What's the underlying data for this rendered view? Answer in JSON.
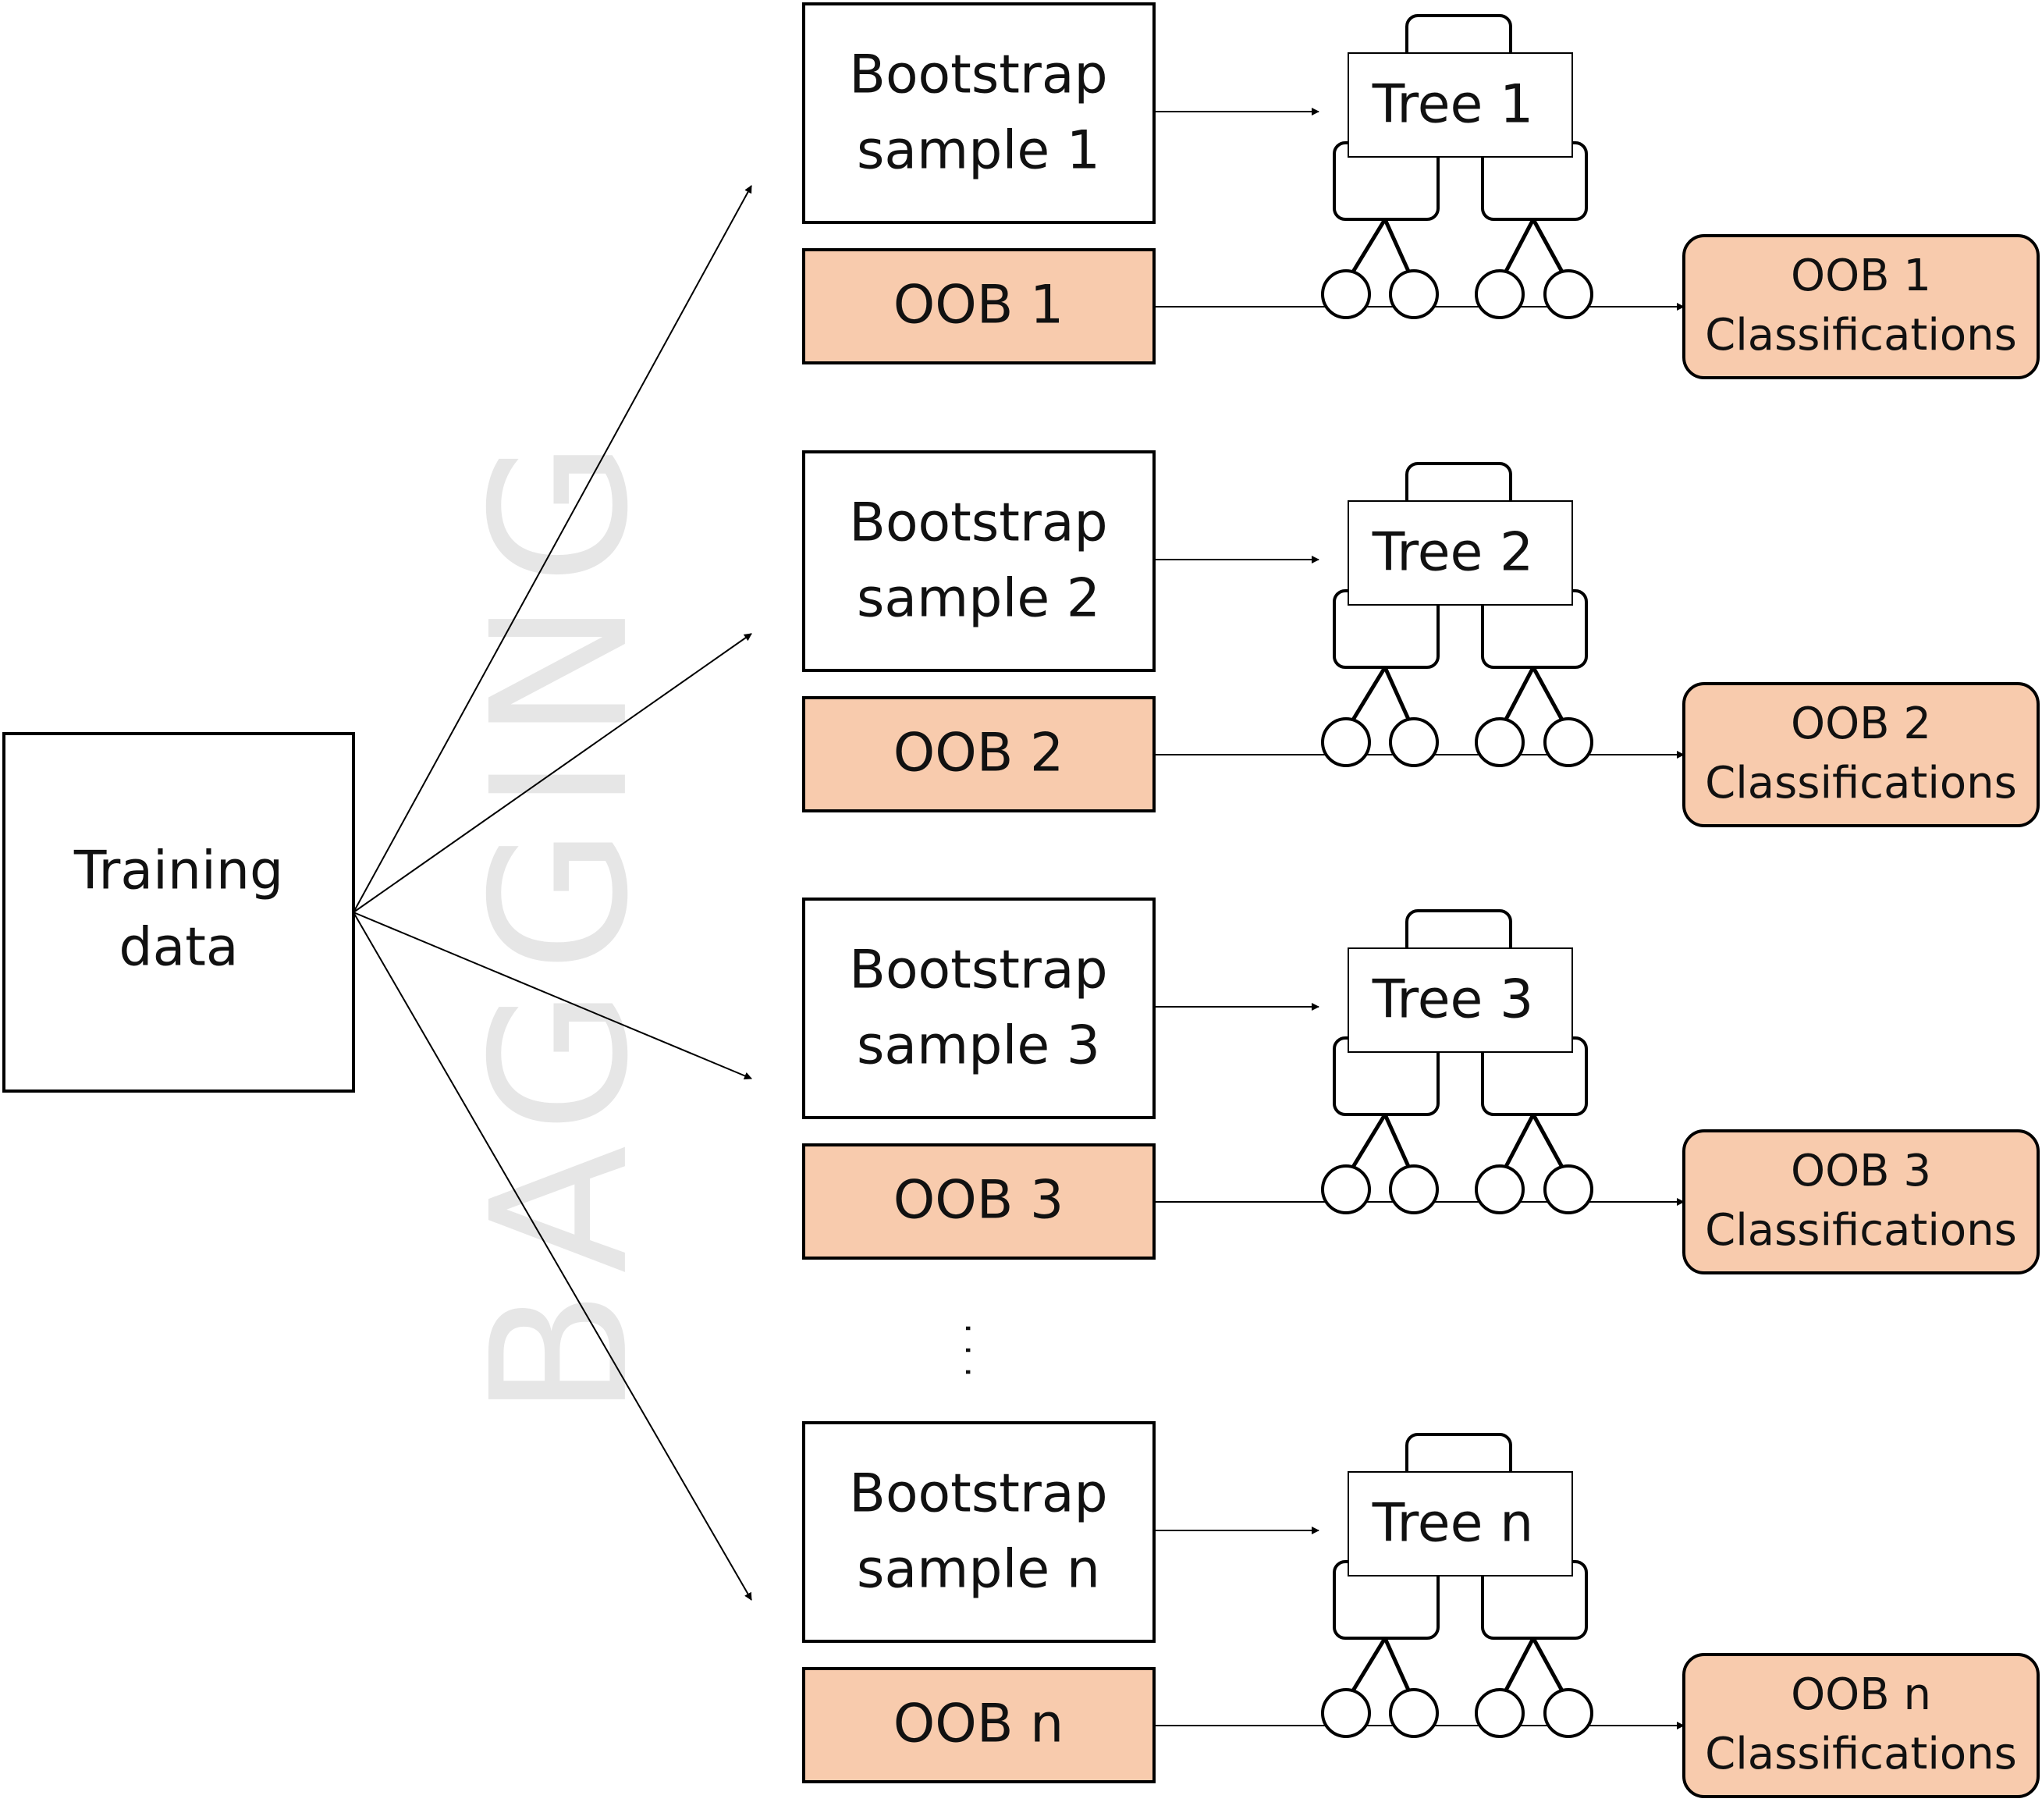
{
  "watermark": "BAGGING",
  "training_label_lines": [
    "Training",
    "data"
  ],
  "ellipsis": ". . .",
  "colors": {
    "oob_fill": "#f8cbad",
    "stroke": "#000000",
    "watermark": "#e6e6e6"
  },
  "groups": [
    {
      "bootstrap_lines": [
        "Bootstrap",
        "sample 1"
      ],
      "oob": "OOB 1",
      "tree": "Tree 1",
      "classification_lines": [
        "OOB 1",
        "Classifications"
      ]
    },
    {
      "bootstrap_lines": [
        "Bootstrap",
        "sample 2"
      ],
      "oob": "OOB 2",
      "tree": "Tree 2",
      "classification_lines": [
        "OOB 2",
        "Classifications"
      ]
    },
    {
      "bootstrap_lines": [
        "Bootstrap",
        "sample 3"
      ],
      "oob": "OOB 3",
      "tree": "Tree 3",
      "classification_lines": [
        "OOB 3",
        "Classifications"
      ]
    },
    {
      "bootstrap_lines": [
        "Bootstrap",
        "sample n"
      ],
      "oob": "OOB n",
      "tree": "Tree n",
      "classification_lines": [
        "OOB n",
        "Classifications"
      ]
    }
  ]
}
